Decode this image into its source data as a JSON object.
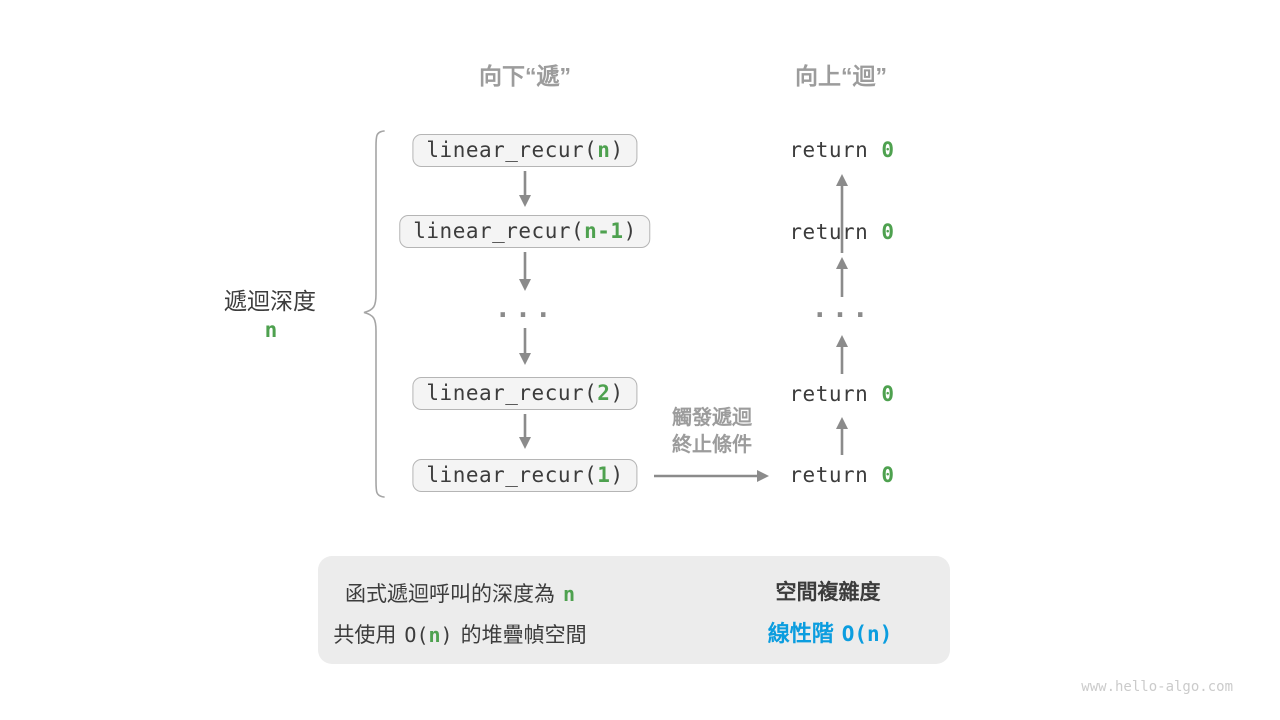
{
  "colors": {
    "green": "#4ea14f",
    "blue": "#0b9ddf",
    "dark": "#3c3c3c",
    "gray_label": "#9c9c9c",
    "arrow": "#8b8b8b",
    "box_border": "#b5b5b5",
    "box_fill": "#f4f4f4",
    "panel_fill": "#ececec",
    "block_arrow": "#c5c5c5",
    "footer": "#cbcbcb",
    "brace": "#a5a5a5"
  },
  "headers": {
    "descend": "向下“遞”",
    "ascend": "向上“迴”"
  },
  "depth_label": {
    "text": "遞迴深度",
    "value": "n"
  },
  "ellipsis": "...",
  "calls": [
    {
      "prefix": "linear_recur(",
      "arg": "n",
      "suffix": ")"
    },
    {
      "prefix": "linear_recur(",
      "arg": "n-1",
      "suffix": ")"
    },
    {
      "prefix": "linear_recur(",
      "arg": "2",
      "suffix": ")"
    },
    {
      "prefix": "linear_recur(",
      "arg": "1",
      "suffix": ")"
    }
  ],
  "returns": [
    {
      "prefix": "return ",
      "value": "0"
    },
    {
      "prefix": "return ",
      "value": "0"
    },
    {
      "prefix": "return ",
      "value": "0"
    },
    {
      "prefix": "return ",
      "value": "0"
    }
  ],
  "termination_note": {
    "line1": "觸發遞迴",
    "line2": "終止條件"
  },
  "summary": {
    "line1_text": "函式遞迴呼叫的深度為",
    "line1_value": "n",
    "line2_pre": "共使用",
    "line2_o": "O(",
    "line2_n": "n",
    "line2_close": ")",
    "line2_post": "的堆疊幀空間",
    "result_title": "空間複雜度",
    "result_prefix": "線性階",
    "result_big_o": "O(n)"
  },
  "footer": {
    "text": "www.hello-algo.com"
  }
}
